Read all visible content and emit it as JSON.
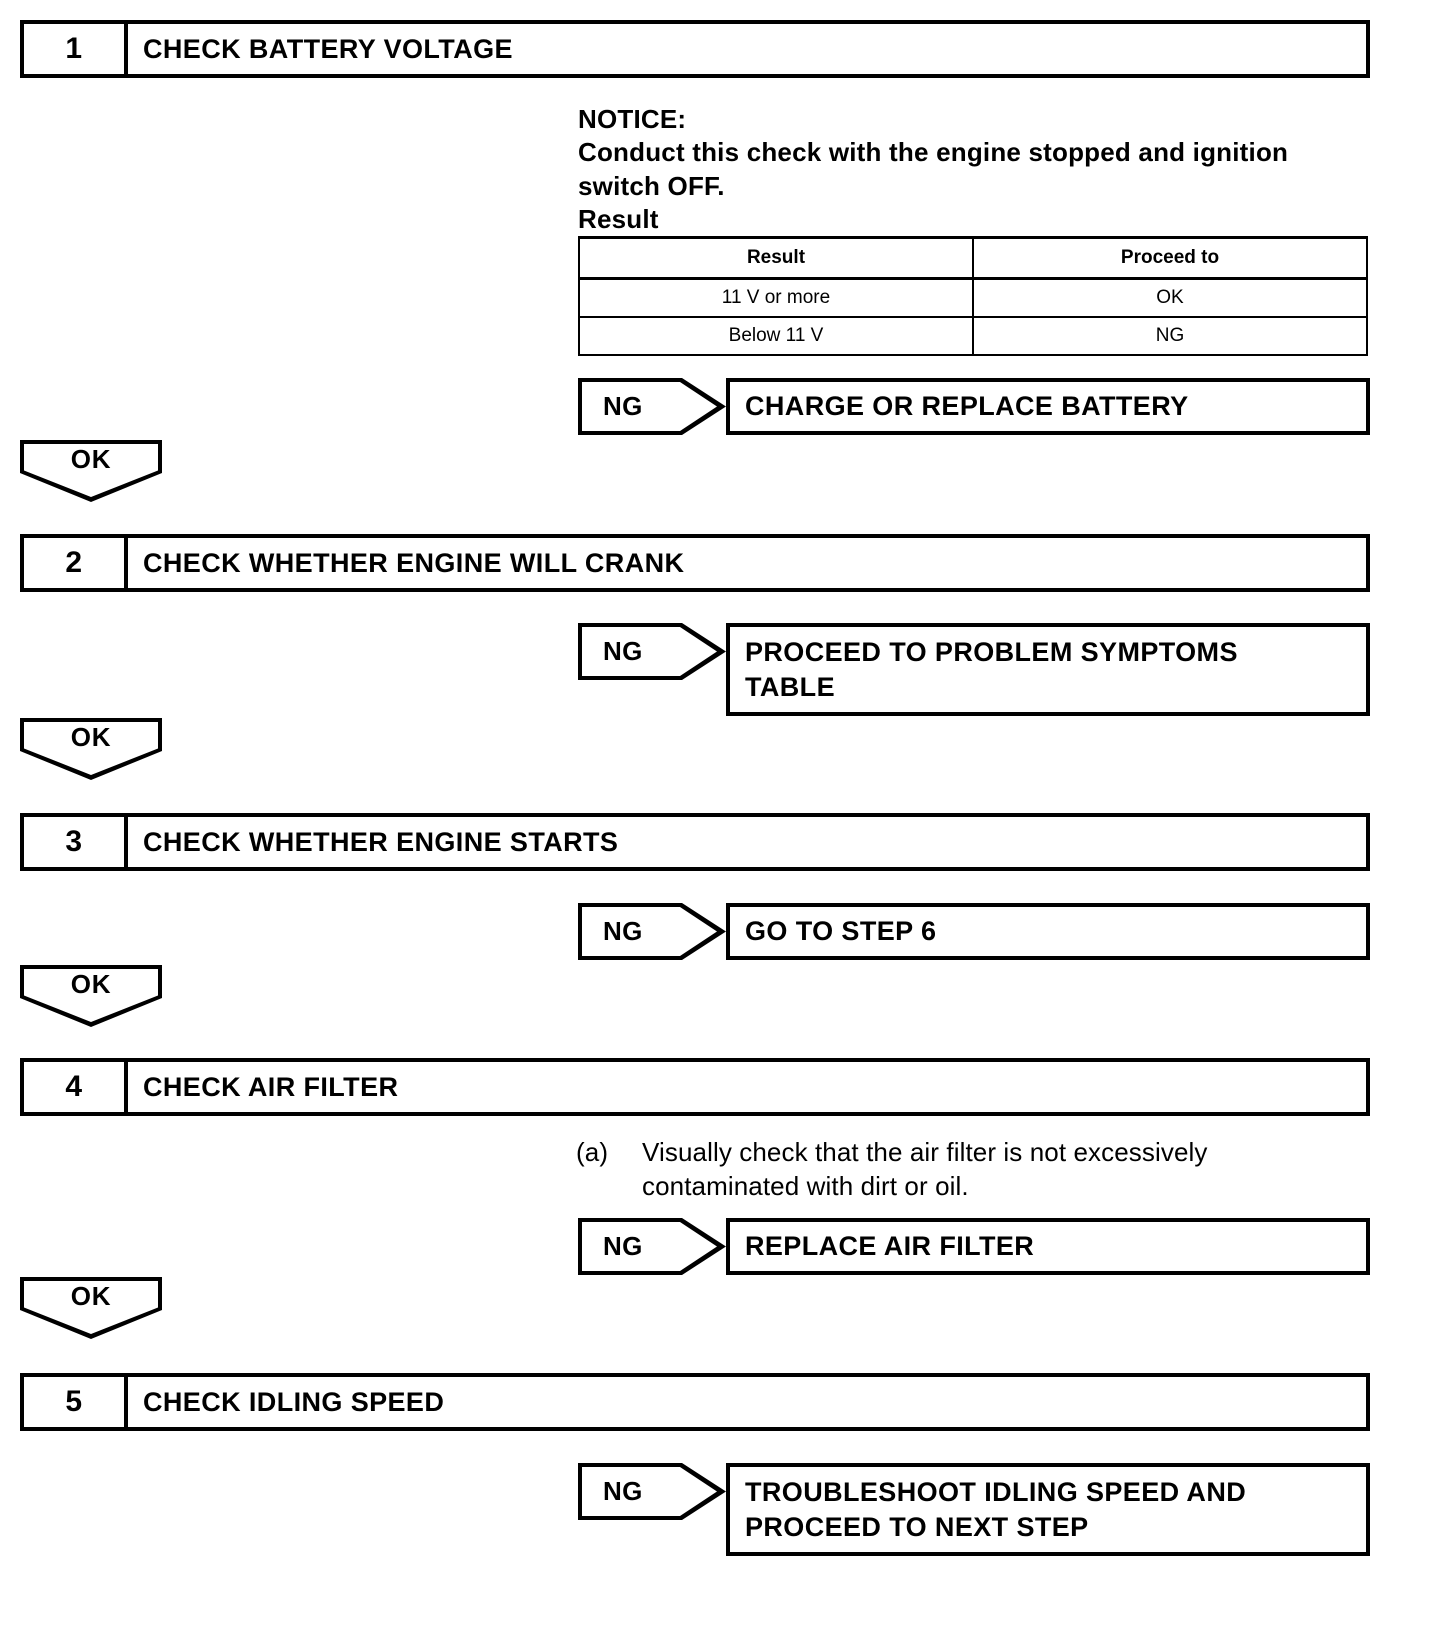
{
  "document": {
    "type": "troubleshooting-flowchart",
    "title": "Engine Starting / Idling Diagnostic Flow"
  },
  "steps": [
    {
      "number": "1",
      "title": "CHECK BATTERY VOLTAGE"
    },
    {
      "number": "2",
      "title": "CHECK WHETHER ENGINE WILL CRANK"
    },
    {
      "number": "3",
      "title": "CHECK WHETHER ENGINE STARTS"
    },
    {
      "number": "4",
      "title": "CHECK AIR FILTER"
    },
    {
      "number": "5",
      "title": "CHECK IDLING SPEED"
    }
  ],
  "notice": {
    "heading": "NOTICE:",
    "line1": "Conduct this check with the engine stopped and ignition",
    "line2": "switch OFF.",
    "result_label": "Result"
  },
  "result_table": {
    "headers": [
      "Result",
      "Proceed to"
    ],
    "rows": [
      [
        "11 V or more",
        "OK"
      ],
      [
        "Below 11 V",
        "NG"
      ]
    ]
  },
  "instruction_a": {
    "marker": "(a)",
    "text": "Visually check that the air filter is not excessively contaminated with dirt or oil."
  },
  "branches": {
    "ng_label": "NG",
    "ok_label": "OK",
    "ng_actions": [
      {
        "line1": "CHARGE OR REPLACE BATTERY",
        "line2": ""
      },
      {
        "line1": "PROCEED TO PROBLEM SYMPTOMS",
        "line2": "TABLE"
      },
      {
        "line1": "GO TO STEP 6",
        "line2": ""
      },
      {
        "line1": "REPLACE AIR FILTER",
        "line2": ""
      },
      {
        "line1": "TROUBLESHOOT IDLING SPEED AND",
        "line2": "PROCEED TO NEXT STEP"
      }
    ]
  },
  "colors": {
    "ink": "#000000",
    "paper": "#ffffff"
  }
}
